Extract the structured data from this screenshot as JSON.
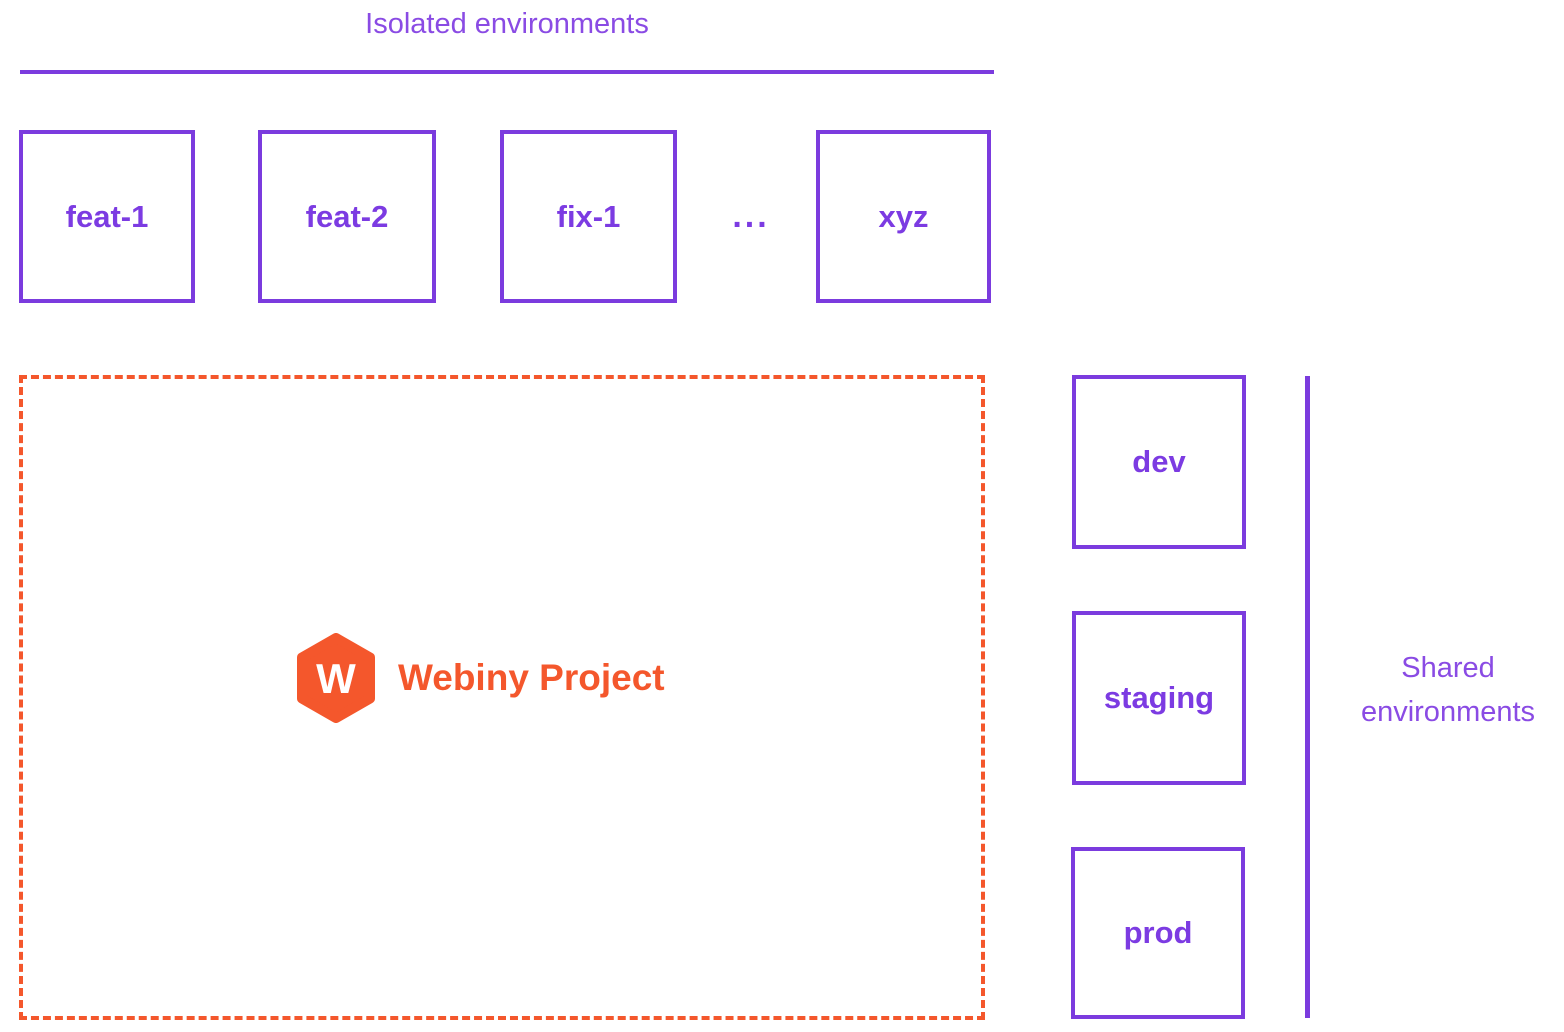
{
  "colors": {
    "purple_main": "#7b3bde",
    "purple_label": "#7c3be2",
    "purple_caption": "#8a4be4",
    "orange_brand": "#f4572c",
    "background": "#ffffff"
  },
  "isolated_group": {
    "title": "Isolated environments",
    "boxes": [
      {
        "label": "feat-1"
      },
      {
        "label": "feat-2"
      },
      {
        "label": "fix-1"
      },
      {
        "label": "xyz"
      }
    ],
    "ellipsis": "..."
  },
  "project": {
    "label": "Webiny Project",
    "logo_letter": "W",
    "logo_icon": "webiny-hexagon-logo"
  },
  "shared_group": {
    "title": "Shared environments",
    "boxes": [
      {
        "label": "dev"
      },
      {
        "label": "staging"
      },
      {
        "label": "prod"
      }
    ]
  }
}
